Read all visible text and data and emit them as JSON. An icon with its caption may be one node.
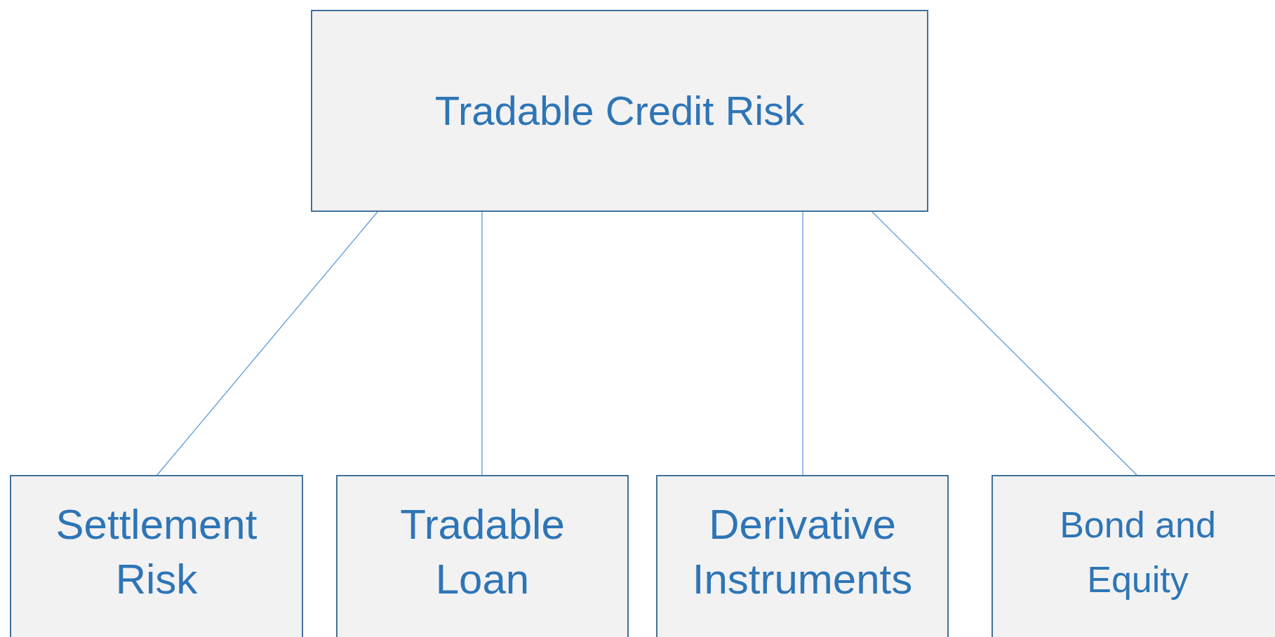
{
  "diagram": {
    "nodes": [
      {
        "text": [
          "Tradable Credit Risk"
        ]
      },
      {
        "text": [
          "Settlement Risk"
        ]
      },
      {
        "text": [
          "Tradable Loan"
        ]
      },
      {
        "text": [
          "Derivative Instruments"
        ]
      },
      {
        "text": [
          "Bond and Equity"
        ]
      }
    ],
    "edges": [
      {
        "from": 0,
        "to": 1,
        "arrow": "none"
      },
      {
        "from": 0,
        "to": 2,
        "arrow": "none"
      },
      {
        "from": 0,
        "to": 3,
        "arrow": "none"
      },
      {
        "from": 0,
        "to": 4,
        "arrow": "none"
      }
    ]
  }
}
